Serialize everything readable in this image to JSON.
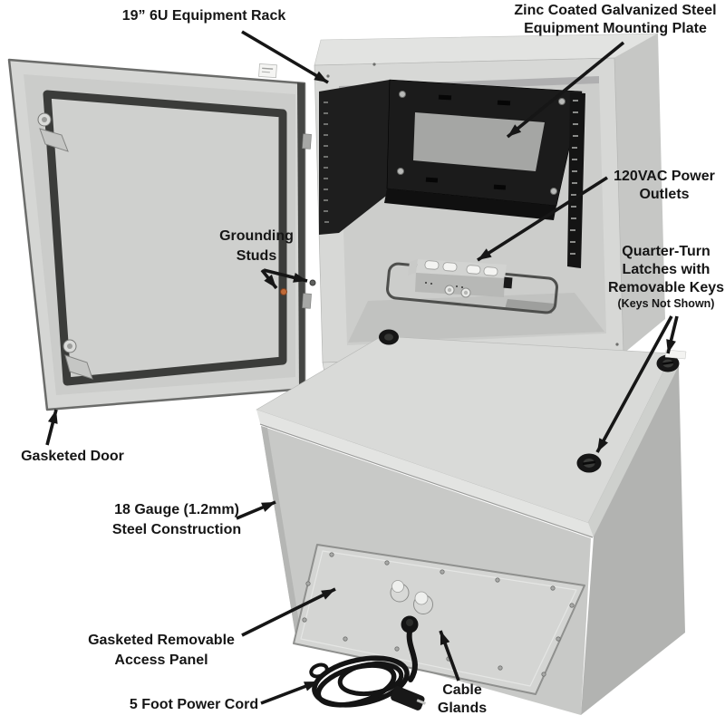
{
  "figure": {
    "type": "product-callout-diagram",
    "subject": "Steel equipment enclosure shown open (top) and closed (bottom) with feature callouts"
  },
  "colors": {
    "background": "#ffffff",
    "enclosure_light": "#d9dad8",
    "enclosure_mid": "#c8c9c7",
    "enclosure_dark": "#b2b3b1",
    "interior_black": "#1b1b1b",
    "gasket": "#3b3c3a",
    "arrow_and_text": "#161616",
    "grounding_stud_orange": "#c06a38"
  },
  "callouts": {
    "equipment_rack": {
      "text": "19” 6U Equipment Rack"
    },
    "mounting_plate": {
      "line1": "Zinc Coated Galvanized Steel",
      "line2": "Equipment Mounting Plate"
    },
    "power_outlets": {
      "line1": "120VAC Power",
      "line2": "Outlets"
    },
    "latches": {
      "line1": "Quarter-Turn",
      "line2": "Latches with",
      "line3": "Removable Keys",
      "note": "(Keys Not Shown)"
    },
    "grounding_studs": {
      "line1": "Grounding",
      "line2": "Studs"
    },
    "gasketed_door": {
      "text": "Gasketed Door"
    },
    "steel_construction": {
      "line1": "18 Gauge (1.2mm)",
      "line2": "Steel Construction"
    },
    "access_panel": {
      "line1": "Gasketed Removable",
      "line2": "Access Panel"
    },
    "power_cord": {
      "text": "5 Foot Power Cord"
    },
    "cable_glands": {
      "line1": "Cable",
      "line2": "Glands"
    }
  }
}
